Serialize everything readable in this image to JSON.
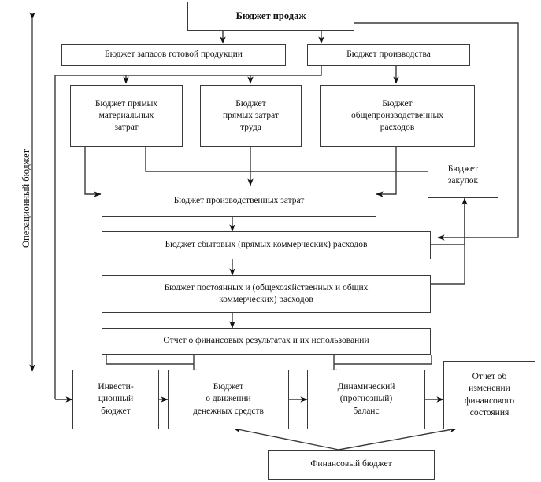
{
  "diagram": {
    "title_node": "Бюджет продаж",
    "side_label": "Операционный бюджет",
    "nodes": [
      {
        "id": "sales",
        "label": "Бюджет продаж"
      },
      {
        "id": "fg_stock",
        "label": "Бюджет запасов готовой продукции"
      },
      {
        "id": "production",
        "label": "Бюджет производства"
      },
      {
        "id": "direct_mat",
        "label": "Бюджет прямых\nматериальных\nзатрат"
      },
      {
        "id": "direct_lab",
        "label": "Бюджет\nпрямых затрат\nтруда"
      },
      {
        "id": "overhead",
        "label": "Бюджет\nобщепроизводственных\nрасходов"
      },
      {
        "id": "purchases",
        "label": "Бюджет\nзакупок"
      },
      {
        "id": "prod_cost",
        "label": "Бюджет производственных затрат"
      },
      {
        "id": "selling",
        "label": "Бюджет сбытовых (прямых коммерческих) расходов"
      },
      {
        "id": "fixed",
        "label": "Бюджет постоянных и (общехозяйственных и общих\nкоммерческих) расходов"
      },
      {
        "id": "fin_results",
        "label": "Отчет о финансовых результатах и их использовании"
      },
      {
        "id": "investment",
        "label": "Инвести-\nционный\nбюджет"
      },
      {
        "id": "cash_flow",
        "label": "Бюджет\nо движении\nденежных средств"
      },
      {
        "id": "balance",
        "label": "Динамический\n(прогнозный)\nбаланс"
      },
      {
        "id": "fin_state",
        "label": "Отчет об\nизменении\nфинансового\nсостояния"
      },
      {
        "id": "fin_budget",
        "label": "Финансовый бюджет"
      }
    ],
    "colors": {
      "line": "#3a3a3a",
      "box_border": "#3a3a3a",
      "background": "#ffffff",
      "text": "#111111"
    }
  }
}
